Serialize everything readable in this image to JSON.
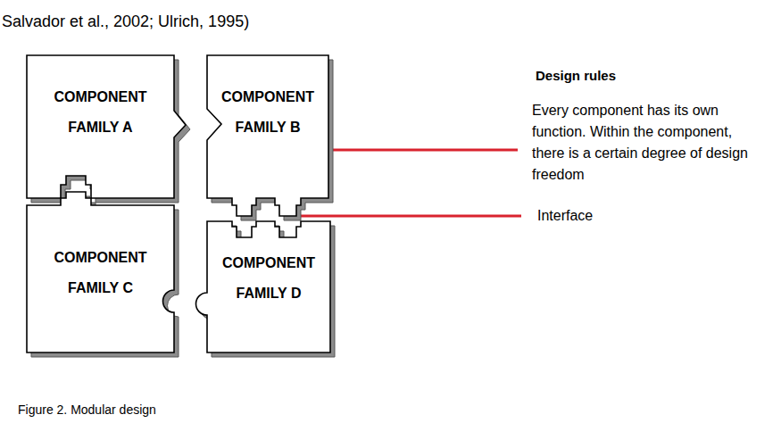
{
  "diagram": {
    "caption": "Figure 2. Modular design",
    "nodes": [
      {
        "text": [
          "COMPONENT FAMILY A"
        ]
      },
      {
        "text": [
          "COMPONENT FAMILY B"
        ]
      },
      {
        "text": [
          "COMPONENT FAMILY C"
        ]
      },
      {
        "text": [
          "COMPONENT FAMILY D"
        ]
      }
    ],
    "labels": [
      "Salvador et al., 2002; Ulrich, 1995)",
      "Design rules",
      "Every component has its own function. Within the component, there is a certain degree of design freedom",
      "Interface"
    ]
  }
}
